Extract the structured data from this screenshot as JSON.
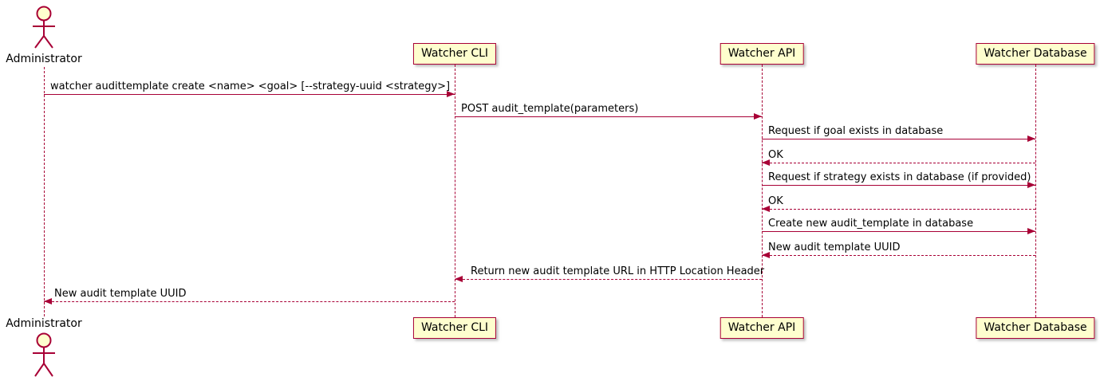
{
  "actor": {
    "label": "Administrator"
  },
  "participants": [
    {
      "label": "Watcher CLI"
    },
    {
      "label": "Watcher API"
    },
    {
      "label": "Watcher Database"
    }
  ],
  "messages": [
    {
      "from": "Administrator",
      "to": "Watcher CLI",
      "line": "solid",
      "direction": "right",
      "label": "watcher audittemplate create <name> <goal> [--strategy-uuid <strategy>]"
    },
    {
      "from": "Watcher CLI",
      "to": "Watcher API",
      "line": "solid",
      "direction": "right",
      "label": "POST audit_template(parameters)"
    },
    {
      "from": "Watcher API",
      "to": "Watcher Database",
      "line": "solid",
      "direction": "right",
      "label": "Request if goal exists in database"
    },
    {
      "from": "Watcher Database",
      "to": "Watcher API",
      "line": "dashed",
      "direction": "left",
      "label": "OK"
    },
    {
      "from": "Watcher API",
      "to": "Watcher Database",
      "line": "solid",
      "direction": "right",
      "label": "Request if strategy exists in database (if provided)"
    },
    {
      "from": "Watcher Database",
      "to": "Watcher API",
      "line": "dashed",
      "direction": "left",
      "label": "OK"
    },
    {
      "from": "Watcher API",
      "to": "Watcher Database",
      "line": "solid",
      "direction": "right",
      "label": "Create new audit_template in database"
    },
    {
      "from": "Watcher Database",
      "to": "Watcher API",
      "line": "dashed",
      "direction": "left",
      "label": "New audit template UUID"
    },
    {
      "from": "Watcher API",
      "to": "Watcher CLI",
      "line": "dashed",
      "direction": "left",
      "label": "Return new audit template URL in HTTP Location Header"
    },
    {
      "from": "Watcher CLI",
      "to": "Administrator",
      "line": "dashed",
      "direction": "left",
      "label": "New audit template UUID"
    }
  ],
  "colors": {
    "line": "#A80036",
    "participant_fill": "#FEFECE",
    "text": "#000000",
    "background": "#FFFFFF"
  }
}
